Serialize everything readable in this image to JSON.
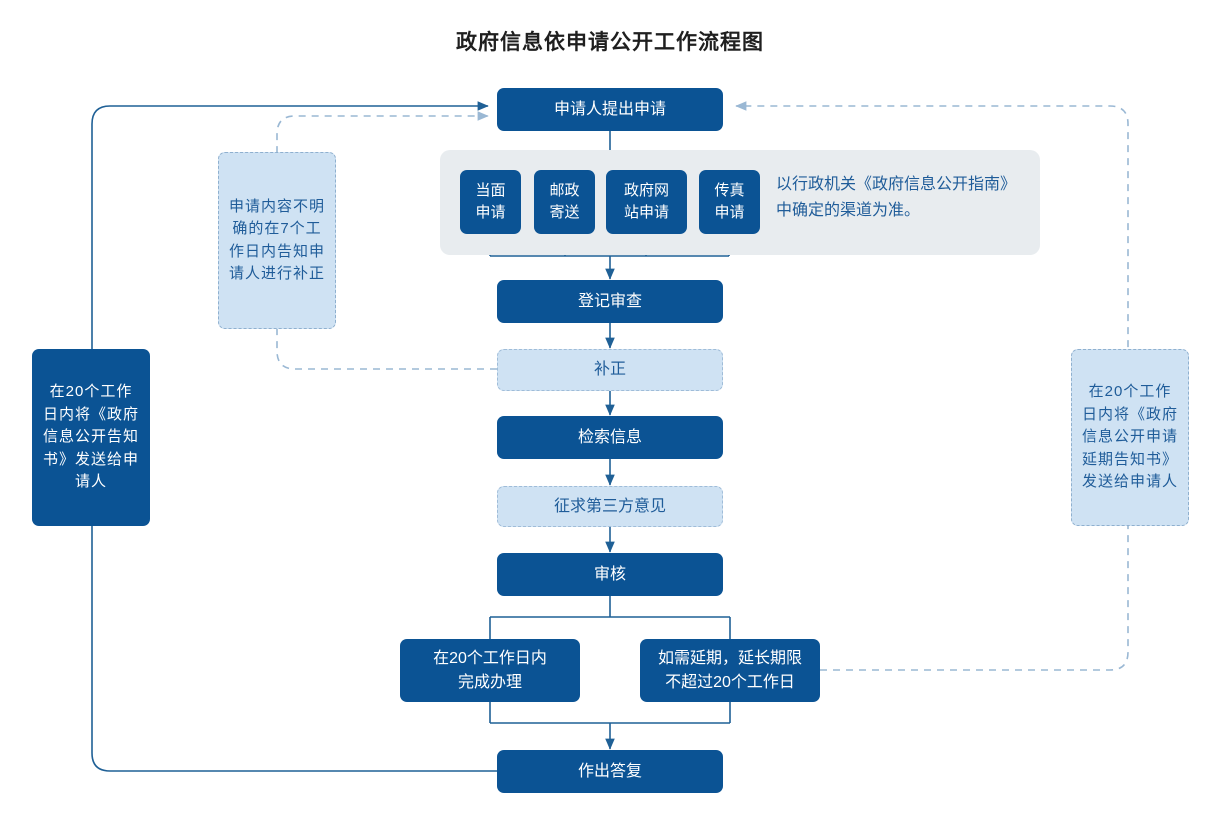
{
  "title": "政府信息依申请公开工作流程图",
  "colors": {
    "primary": "#0b5394",
    "light_blue": "#cfe2f3",
    "panel_gray": "#e8ecef",
    "line": "#1f6096",
    "dashed_line": "#9ab8d4",
    "text_blue": "#1f5c99",
    "text_white": "#ffffff",
    "title_text": "#1f1f1f"
  },
  "nodes": {
    "start": "申请人提出申请",
    "channels": [
      "当面\n申请",
      "邮政\n寄送",
      "政府网\n站申请",
      "传真\n申请"
    ],
    "channel_note": "以行政机关《政府信息公开指南》\n中确定的渠道为准。",
    "register_review": "登记审查",
    "supplement": "补正",
    "retrieve_info": "检索信息",
    "third_party_opinion": "征求第三方意见",
    "audit": "审核",
    "complete_in_20": "在20个工作日内\n完成办理",
    "extension": "如需延期，延长期限\n不超过20个工作日",
    "reply": "作出答复"
  },
  "annotations": {
    "left_note_dark": "在20个工作日内将《政府信息公开告知书》发送给申请人",
    "supplement_note": "申请内容不明确的在7个工作日内告知申请人进行补正",
    "right_note": "在20个工作日内将《政府信息公开申请延期告知书》 发送给申请人"
  },
  "chart_data": {
    "type": "diagram",
    "title": "政府信息依申请公开工作流程图",
    "flow": [
      "申请人提出申请",
      "当面申请 / 邮政寄送 / 政府网站申请 / 传真申请",
      "登记审查",
      "补正",
      "检索信息",
      "征求第三方意见",
      "审核",
      "在20个工作日内完成办理 | 如需延期，延长期限不超过20个工作日",
      "作出答复"
    ],
    "feedback_edges": [
      "作出答复 → 申请人提出申请 (实线)",
      "补正 → 申请人提出申请 (虚线)",
      "如需延期，延长期限不超过20个工作日 → 申请人提出申请 (虚线)"
    ]
  }
}
